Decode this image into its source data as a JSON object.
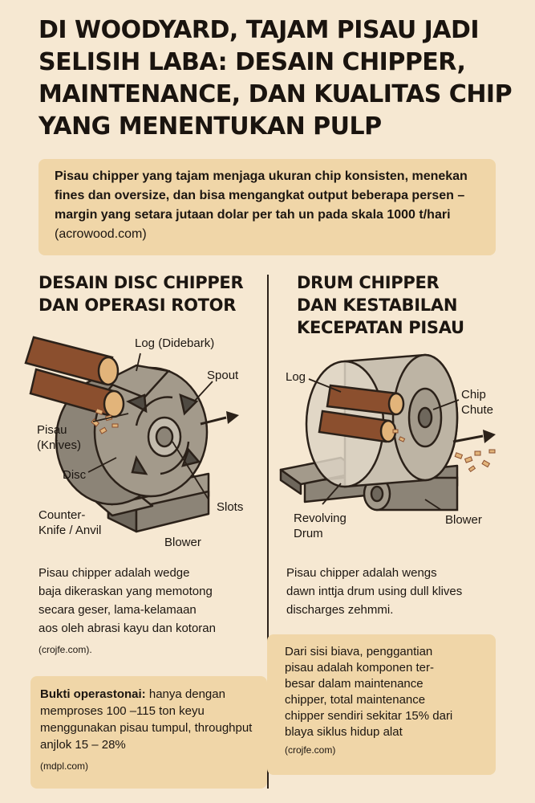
{
  "header": {
    "title": "DI WOODYARD, TAJAM PISAU JADI SELISIH LABA: DESAIN CHIPPER, MAINTENANCE, DAN KUALITAS CHIP YANG MENENTUKAN PULP"
  },
  "intro": {
    "lead": "Pisau chipper yang tajam menjaga ukuran chip konsisten, menekan fines dan oversize, dan bisa mengangkat output beberapa persen – margin yang setara jutaan dolar per tah un pada skala 1000 t/hari",
    "source": "(acrowood.com)"
  },
  "left": {
    "heading_line1": "DESAIN DISC CHIPPER",
    "heading_line2": "DAN OPERASI ROTOR",
    "labels": {
      "log": "Log (Didebark)",
      "spout": "Spout",
      "knives_1": "Pisau",
      "knives_2": "(Knives)",
      "disc": "Disc",
      "counter_1": "Counter-",
      "counter_2": "Knife / Anvil",
      "slots": "Slots",
      "blower": "Blower"
    },
    "para_lines": [
      "Pisau chipper adalah wedge",
      "baja dikeraskan yang memotong",
      "secara geser, lama-kelamaan",
      "aos oleh abrasi kayu dan kotoran"
    ],
    "para_source": "(crojfe.com).",
    "evidence_label": "Bukti operastonai:",
    "evidence_text": "hanya dengan memproses 100 –115 ton keyu menggunakan pisau tumpul, throughput anjlok 15 – 28%",
    "evidence_source": "(mdpl.com)"
  },
  "right": {
    "heading_line1": "DRUM CHIPPER",
    "heading_line2": "DAN KESTABILAN",
    "heading_line3": "KECEPATAN PISAU",
    "labels": {
      "log": "Log",
      "chip_1": "Chip",
      "chip_2": "Chute",
      "drum_1": "Revolving",
      "drum_2": "Drum",
      "blower": "Blower"
    },
    "para_lines": [
      "Pisau chipper adalah wengs",
      "dawn inttja drum using dull klives",
      "discharges zehmmi."
    ],
    "cost_lines": [
      "Dari sisi biava, penggantian",
      "pisau adalah komponen ter-",
      "besar dalam maintenance",
      "chipper, total maintenance",
      "chipper sendiri sekitar 15% dari",
      "blaya siklus hidup alat"
    ],
    "cost_source": "(crojfe.com)"
  },
  "colors": {
    "background": "#f6e8d2",
    "highlight_box": "#f0d6a8",
    "log_wood": "#8b4f2e",
    "machine_gray": "#8c8477"
  }
}
